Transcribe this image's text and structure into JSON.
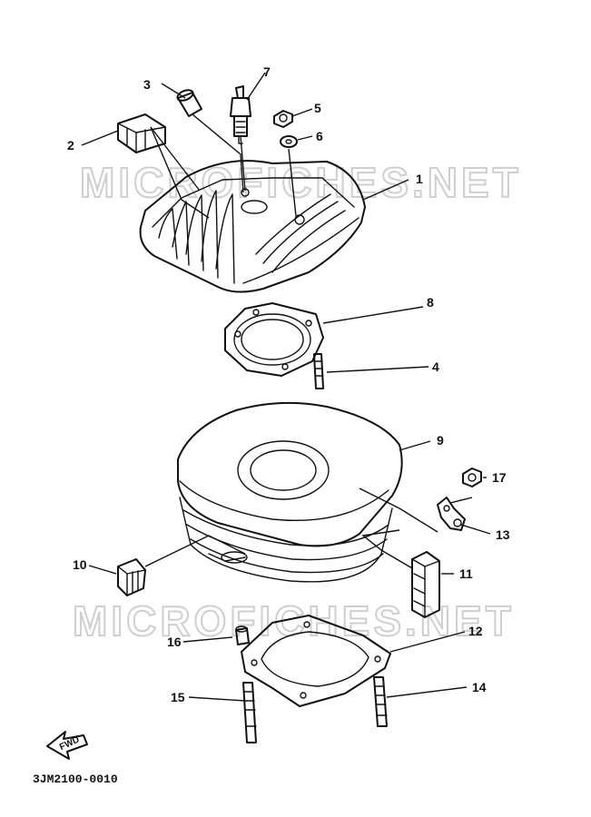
{
  "watermark": "MICROFICHES.NET",
  "diagram_code": "3JM2100-0010",
  "fwd_label": "FWD",
  "callouts": [
    {
      "id": "c1",
      "label": "1"
    },
    {
      "id": "c2",
      "label": "2"
    },
    {
      "id": "c3",
      "label": "3"
    },
    {
      "id": "c4",
      "label": "4"
    },
    {
      "id": "c5",
      "label": "5"
    },
    {
      "id": "c6",
      "label": "6"
    },
    {
      "id": "c7",
      "label": "7"
    },
    {
      "id": "c8",
      "label": "8"
    },
    {
      "id": "c9",
      "label": "9"
    },
    {
      "id": "c10",
      "label": "10"
    },
    {
      "id": "c11",
      "label": "11"
    },
    {
      "id": "c12",
      "label": "12"
    },
    {
      "id": "c13",
      "label": "13"
    },
    {
      "id": "c14",
      "label": "14"
    },
    {
      "id": "c15",
      "label": "15"
    },
    {
      "id": "c16",
      "label": "16"
    },
    {
      "id": "c17",
      "label": "17"
    }
  ]
}
